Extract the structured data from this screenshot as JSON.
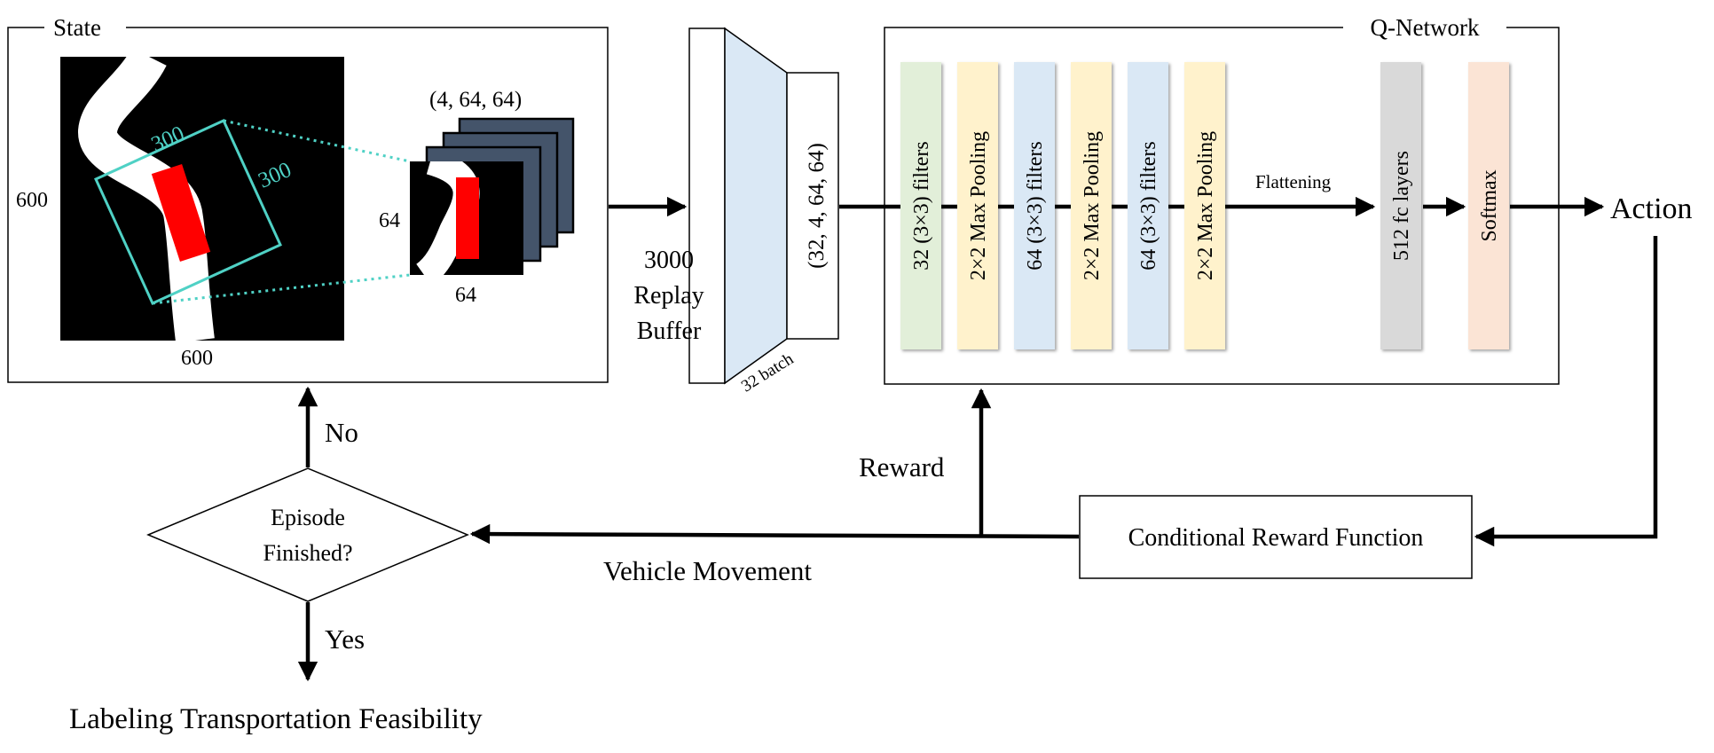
{
  "state": {
    "title": "State",
    "full_width_label": "600",
    "full_height_label": "600",
    "crop_label_top": "300",
    "crop_label_right": "300",
    "stack_shape": "(4, 64, 64)",
    "stack_width_label": "64",
    "stack_height_label": "64"
  },
  "replay": {
    "size_label": "3000",
    "line1": "Replay",
    "line2": "Buffer",
    "batch_label": "32 batch",
    "batch_shape": "(32, 4, 64, 64)"
  },
  "qnet": {
    "title": "Q-Network",
    "layers": [
      {
        "label": "32 (3×3) filters",
        "color": "#e2efd9"
      },
      {
        "label": "2×2 Max Pooling",
        "color": "#fff2cc"
      },
      {
        "label": "64 (3×3) filters",
        "color": "#dae8f5"
      },
      {
        "label": "2×2 Max Pooling",
        "color": "#fff2cc"
      },
      {
        "label": "64 (3×3) filters",
        "color": "#dae8f5"
      },
      {
        "label": "2×2 Max Pooling",
        "color": "#fff2cc"
      }
    ],
    "flatten_label": "Flattening",
    "fc_label": "512 fc layers",
    "fc_color": "#d9d9d9",
    "softmax_label": "Softmax",
    "softmax_color": "#fbe4d5"
  },
  "action_label": "Action",
  "reward_label": "Reward",
  "reward_function_label": "Conditional Reward Function",
  "vehicle_movement_label": "Vehicle Movement",
  "decision": {
    "line1": "Episode",
    "line2": "Finished?"
  },
  "no_label": "No",
  "yes_label": "Yes",
  "outcome_label": "Labeling Transportation Feasibility",
  "colors": {
    "crop_box": "#4fd1c5",
    "vehicle": "#ff0000",
    "stack_frame": "#44546a",
    "replay_panel": "#dae8f5"
  }
}
